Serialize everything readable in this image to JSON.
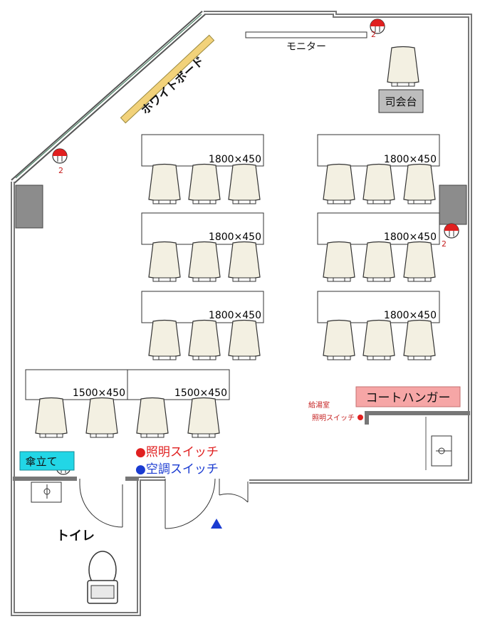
{
  "labels": {
    "monitor": "モニター",
    "whiteboard": "ホワイトボード",
    "podium": "司会台",
    "umbrella_stand": "傘立て",
    "toilet": "トイレ",
    "coat_hanger": "コートハンガー",
    "kitchen": "給湯室",
    "kitchen_light_switch": "照明スイッチ",
    "light_switch": "●照明スイッチ",
    "ac_switch": "●空調スイッチ"
  },
  "tables": [
    {
      "size": "1800×450"
    },
    {
      "size": "1800×450"
    },
    {
      "size": "1800×450"
    },
    {
      "size": "1800×450"
    },
    {
      "size": "1800×450"
    },
    {
      "size": "1800×450"
    },
    {
      "size": "1500×450"
    },
    {
      "size": "1500×450"
    }
  ],
  "extinguisher_count": "2",
  "colors": {
    "wall": "#777777",
    "whiteboard": "#f2d27a",
    "coat_hanger_bg": "#f6a6a6",
    "umbrella_bg": "#22d6e6",
    "podium_bg": "#bdbdbd",
    "light_switch": "#e02020",
    "ac_switch": "#1a3bd1",
    "chair_fill": "#f3f0e2"
  }
}
